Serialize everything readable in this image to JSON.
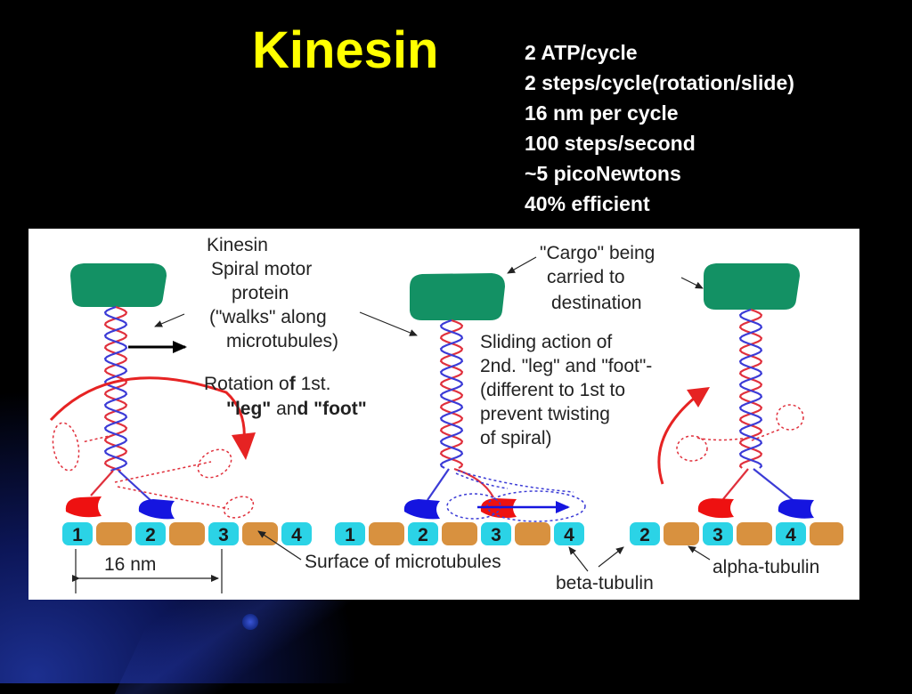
{
  "title": "Kinesin",
  "facts": [
    "2 ATP/cycle",
    "2 steps/cycle(rotation/slide)",
    "16 nm per cycle",
    "100 steps/second",
    "~5 picoNewtons",
    "40% efficient"
  ],
  "diagram": {
    "kinesin_label": [
      "Kinesin",
      "Spiral motor",
      "protein",
      "(\"walks\" along",
      "microtubules)"
    ],
    "cargo_label": [
      "\"Cargo\" being",
      "carried to",
      "destination"
    ],
    "rotation_label": {
      "line1_a": "Rotation o",
      "line1_b": "f",
      "line1_c": " 1st.",
      "line2_a": "\"leg\"",
      "line2_b": " an",
      "line2_c": "d",
      "line2_d": " \"foot\""
    },
    "sliding_label": [
      "Sliding action of",
      "2nd. \"leg\" and \"foot\"-",
      "(different to 1st to",
      "prevent twisting",
      "of spiral)"
    ],
    "surface_label": "Surface of microtubules",
    "scale_label": "16 nm",
    "beta_label": "beta-tubulin",
    "alpha_label": "alpha-tubulin",
    "tubulin_numbers": {
      "left": [
        "1",
        "2",
        "3",
        "4"
      ],
      "middle": [
        "1",
        "2",
        "3",
        "4"
      ],
      "right": [
        "2",
        "3",
        "4"
      ]
    },
    "colors": {
      "cargo": "#139164",
      "beta_tubulin": "#2bd3e6",
      "alpha_tubulin": "#d8913f",
      "red_strand": "#e0303c",
      "blue_strand": "#3b3bd6",
      "red_foot": "#ee1111",
      "blue_foot": "#1515e0"
    }
  }
}
